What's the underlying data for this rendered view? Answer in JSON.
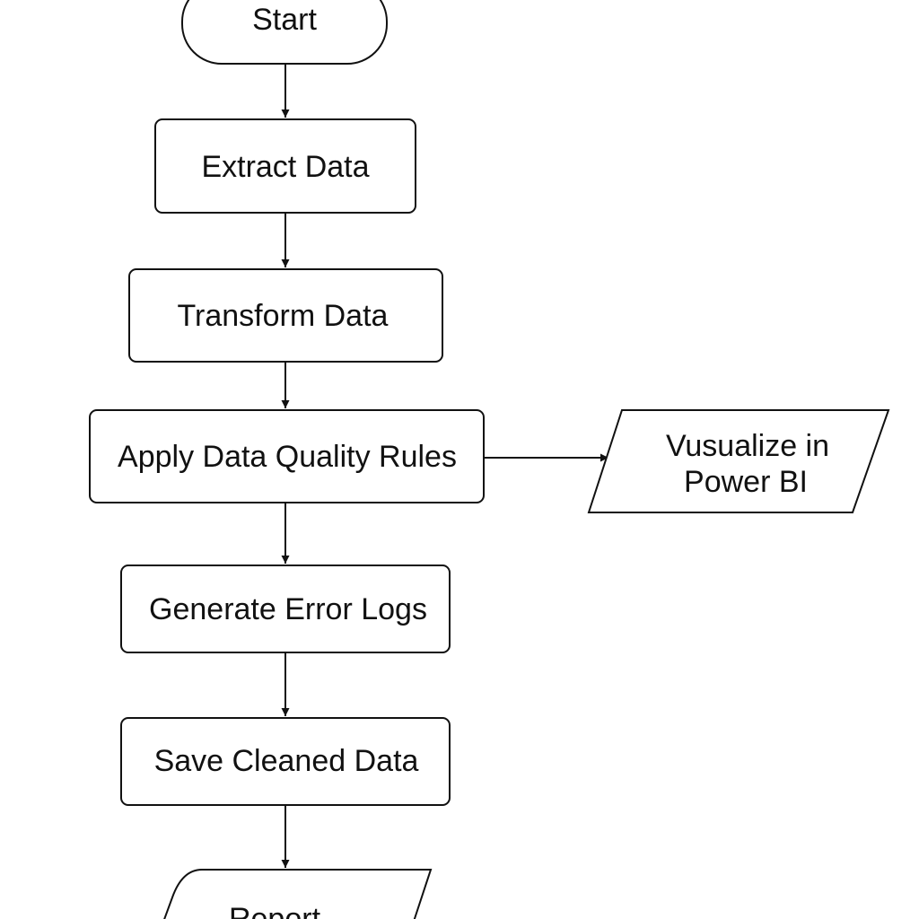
{
  "diagram": {
    "nodes": {
      "start": {
        "label": "Start"
      },
      "extract": {
        "label": "Extract Data"
      },
      "transform": {
        "label": "Transform Data"
      },
      "quality": {
        "label": "Apply Data Quality Rules"
      },
      "errorlogs": {
        "label": "Generate Error Logs"
      },
      "save": {
        "label": "Save Cleaned Data"
      },
      "report": {
        "label": "Report"
      },
      "visualize": {
        "label_line1": "Vusualize in",
        "label_line2": "Power BI"
      }
    },
    "edges": [
      {
        "from": "Start",
        "to": "Extract Data"
      },
      {
        "from": "Extract Data",
        "to": "Transform Data"
      },
      {
        "from": "Transform Data",
        "to": "Apply Data Quality Rules"
      },
      {
        "from": "Apply Data Quality Rules",
        "to": "Generate Error Logs"
      },
      {
        "from": "Apply Data Quality Rules",
        "to": "Vusualize in Power BI"
      },
      {
        "from": "Generate Error Logs",
        "to": "Save Cleaned Data"
      },
      {
        "from": "Save Cleaned Data",
        "to": "Report"
      }
    ]
  }
}
